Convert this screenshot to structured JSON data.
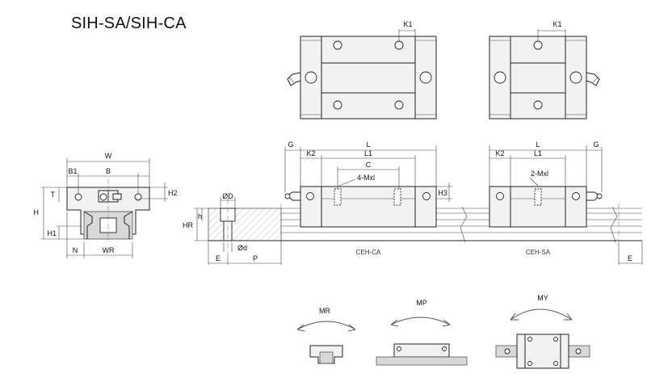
{
  "title": "SIH-SA/SIH-CA",
  "top_views": {
    "k1_left": "K1",
    "k1_right": "K1"
  },
  "cross_section": {
    "W": "W",
    "B": "B",
    "B1": "B1",
    "H": "H",
    "H1": "H1",
    "H2": "H2",
    "T": "T",
    "N": "N",
    "WR": "WR"
  },
  "side_view": {
    "G_left": "G",
    "K2_left": "K2",
    "L_left": "L",
    "L1_left": "L1",
    "C": "C",
    "hole_label_ca": "4-Mxl",
    "H3": "H3",
    "L_right": "L",
    "L1_right": "L1",
    "K2_right": "K2",
    "G_right": "G",
    "hole_label_sa": "2-Mxl",
    "phiD": "ØD",
    "HR": "HR",
    "h": "h",
    "phid": "Ød",
    "E_left": "E",
    "P": "P",
    "caption_ca": "CEH-CA",
    "caption_sa": "CEH-SA",
    "E_right": "E"
  },
  "moments": {
    "MR": "MR",
    "MP": "MP",
    "MY": "MY"
  }
}
